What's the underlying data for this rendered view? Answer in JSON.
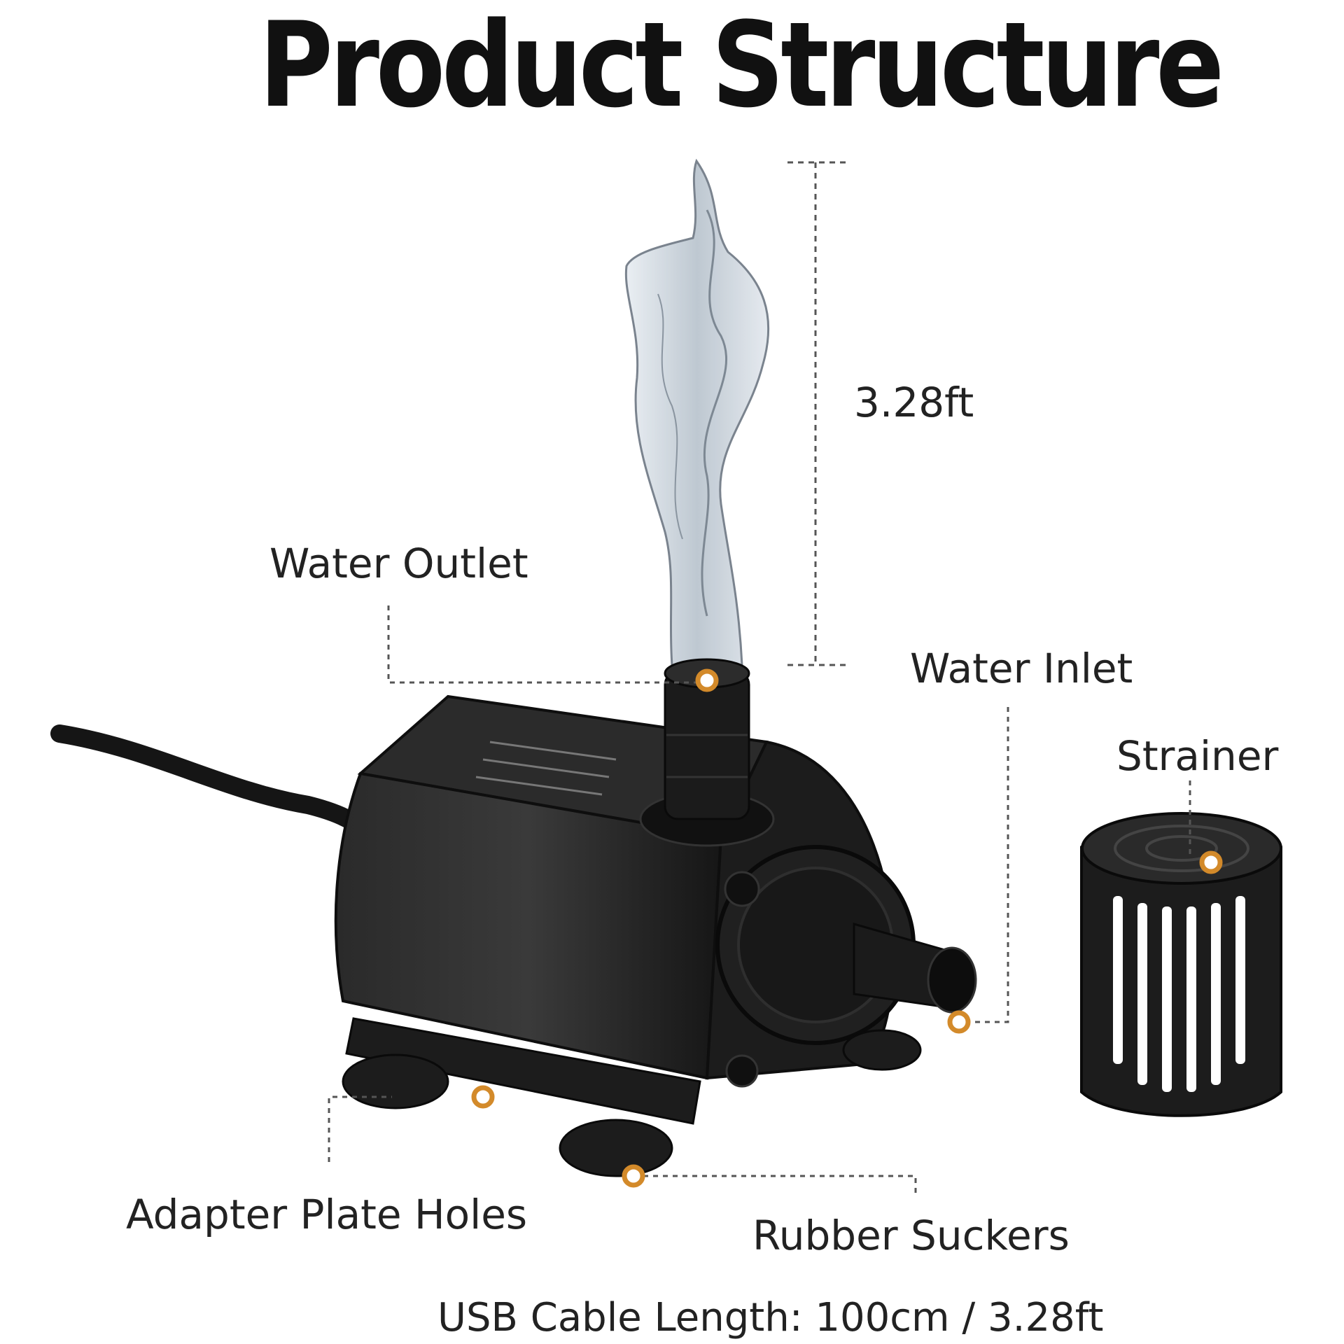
{
  "title": "Product Structure",
  "labels": {
    "height": "3.28ft",
    "water_outlet": "Water Outlet",
    "water_inlet": "Water Inlet",
    "strainer": "Strainer",
    "adapter_plate_holes": "Adapter Plate Holes",
    "rubber_suckers": "Rubber Suckers"
  },
  "footer": "USB Cable Length: 100cm / 3.28ft",
  "colors": {
    "pump_body": "#1a1a1a",
    "marker": "#d38a2a",
    "leader_line": "#555555",
    "water": "#c9d2da"
  }
}
